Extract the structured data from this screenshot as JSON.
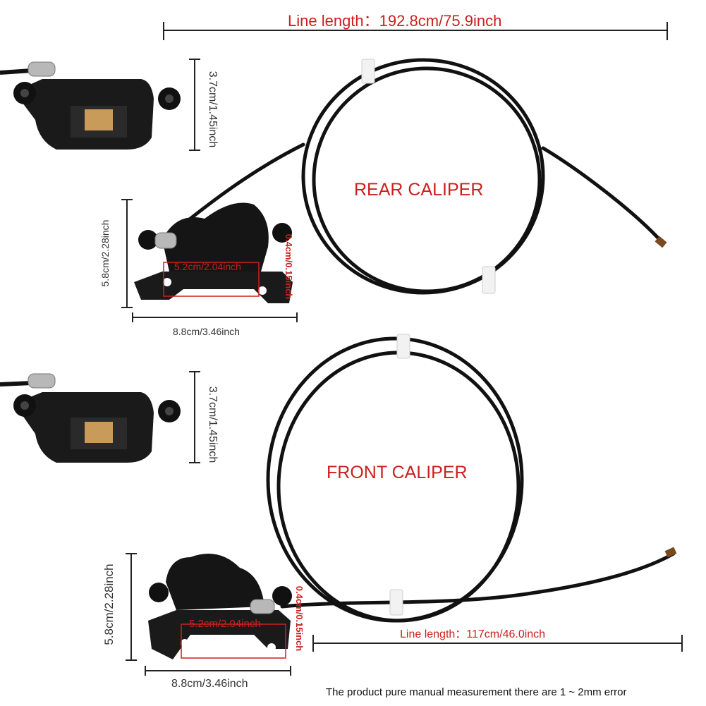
{
  "colors": {
    "accent": "#cc1f1f",
    "cable": "#111111",
    "tie": "#f2f2f2",
    "dimension_line": "#222222"
  },
  "top_line_length": "Line length：192.8cm/75.9inch",
  "rear": {
    "label": "REAR CALIPER",
    "height_top": "3.7cm/1.45inch",
    "height_mount": "5.8cm/2.28inch",
    "width_pads": "5.2cm/2.04inch",
    "thickness": "0.4cm/0.15inch",
    "width_mount": "8.8cm/3.46inch"
  },
  "front": {
    "label": "FRONT CALIPER",
    "height_top": "3.7cm/1.45inch",
    "height_mount": "5.8cm/2.28inch",
    "width_pads": "5.2cm/2.04inch",
    "thickness": "0.4cm/0.15inch",
    "width_mount": "8.8cm/3.46inch",
    "line_length": "Line length：117cm/46.0inch"
  },
  "footer_note": "The product pure manual measurement there are 1 ~ 2mm error"
}
